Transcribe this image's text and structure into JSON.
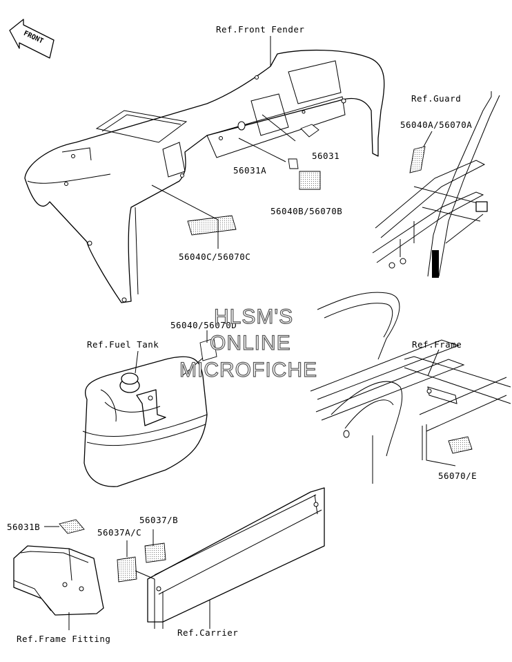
{
  "front_arrow": {
    "text": "FRONT"
  },
  "labels": {
    "ref_front_fender": "Ref.Front Fender",
    "ref_guard": "Ref.Guard",
    "p56040A_56070A": "56040A/56070A",
    "p56031": "56031",
    "p56031A": "56031A",
    "p56040B_56070B": "56040B/56070B",
    "p56040C_56070C": "56040C/56070C",
    "p56040_56070D": "56040/56070D",
    "ref_fuel_tank": "Ref.Fuel Tank",
    "ref_frame": "Ref.Frame",
    "p56070E": "56070/E",
    "p56031B": "56031B",
    "p56037B": "56037/B",
    "p56037AC": "56037A/C",
    "ref_carrier": "Ref.Carrier",
    "ref_frame_fitting": "Ref.Frame Fitting"
  },
  "watermark": {
    "line1": "HLSM'S",
    "line2": "ONLINE",
    "line3": "MICROFICHE"
  }
}
